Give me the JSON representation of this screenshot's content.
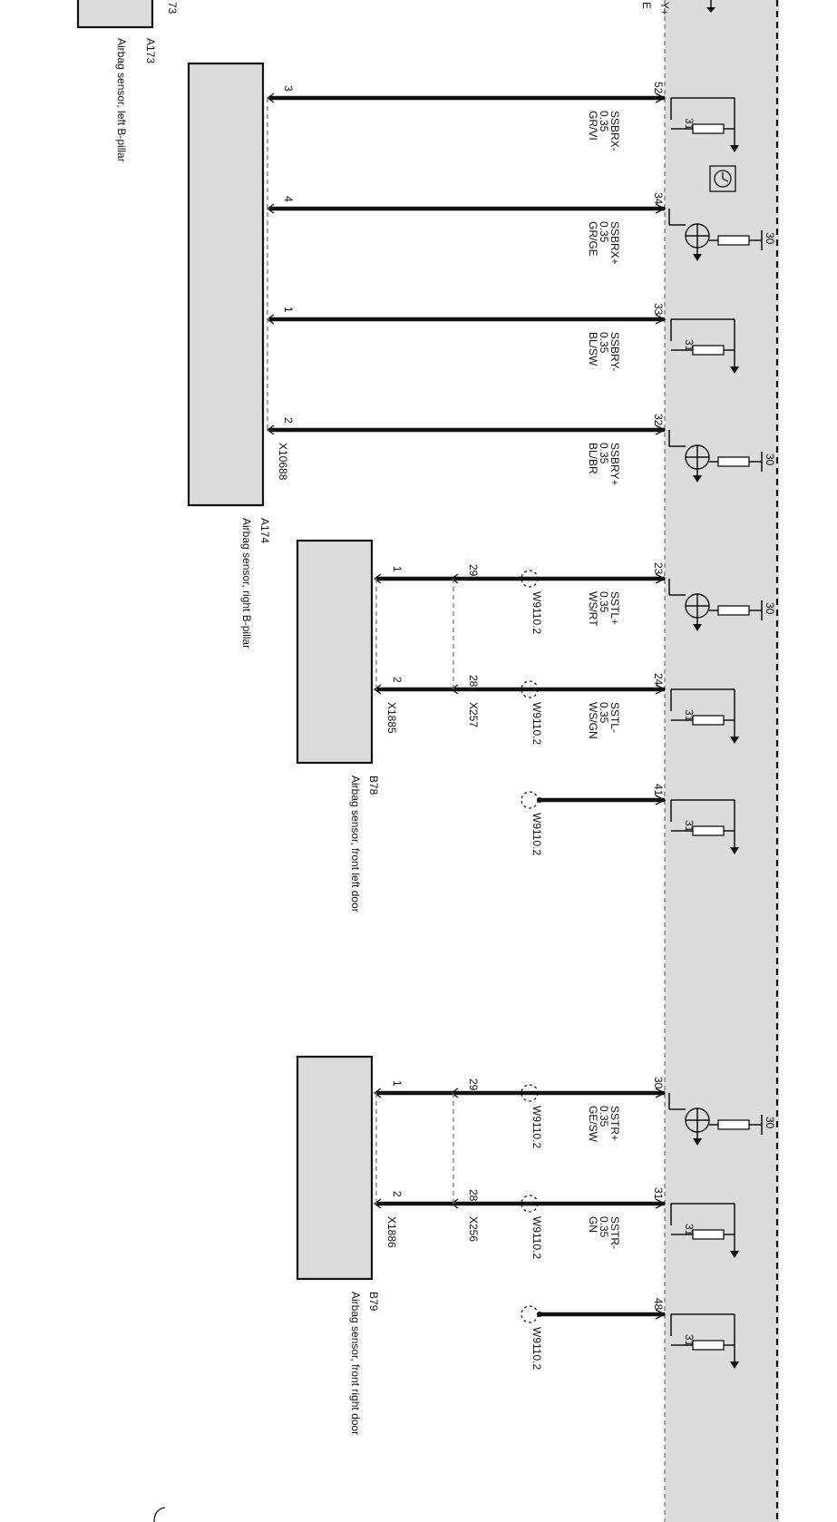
{
  "background_color": "#ffffff",
  "module_fill": "#dcdcdc",
  "wire_color": "#111111",
  "control_unit": {
    "pin_labels": [
      "Y+",
      "E"
    ],
    "ground_symbol_label": "31",
    "supply_symbol_label": "30",
    "icon": "clock-icon"
  },
  "components": [
    {
      "id": "A173",
      "description": "Airbag sensor, left B-pillar",
      "id_label": "A173",
      "partial_label": "73"
    },
    {
      "id": "A174",
      "description": "Airbag sensor, right B-pillar",
      "connector": "X10688"
    },
    {
      "id": "B78",
      "description": "Airbag sensor, front left door",
      "connector": "X1885",
      "inline_connector": "X257"
    },
    {
      "id": "B79",
      "description": "Airbag sensor, front right door",
      "connector": "X1886",
      "inline_connector": "X256"
    }
  ],
  "wires": [
    {
      "signal": "SSBRX-",
      "gauge": "0.35",
      "color": "GR/VI",
      "ecu_pin": "52",
      "sensor_pin": "3",
      "termination": "31"
    },
    {
      "signal": "SSBRX+",
      "gauge": "0.35",
      "color": "GR/GE",
      "ecu_pin": "34",
      "sensor_pin": "4",
      "termination": "30"
    },
    {
      "signal": "SSBRY-",
      "gauge": "0.35",
      "color": "BL/SW",
      "ecu_pin": "33",
      "sensor_pin": "1",
      "termination": "31"
    },
    {
      "signal": "SSBRY+",
      "gauge": "0.35",
      "color": "BL/BR",
      "ecu_pin": "32",
      "sensor_pin": "2",
      "termination": "30"
    },
    {
      "signal": "SSTL+",
      "gauge": "0.35",
      "color": "WS/RT",
      "ecu_pin": "23",
      "inline_pin": "29",
      "sensor_pin": "1",
      "shield": "W9110.2",
      "termination": "30"
    },
    {
      "signal": "SSTL-",
      "gauge": "0.35",
      "color": "WS/GN",
      "ecu_pin": "24",
      "inline_pin": "28",
      "sensor_pin": "2",
      "shield": "W9110.2",
      "termination": "31"
    },
    {
      "signal": "",
      "ecu_pin": "41",
      "shield": "W9110.2",
      "termination": "31"
    },
    {
      "signal": "SSTR+",
      "gauge": "0.35",
      "color": "GE/SW",
      "ecu_pin": "30",
      "inline_pin": "29",
      "sensor_pin": "1",
      "shield": "W9110.2",
      "termination": "30"
    },
    {
      "signal": "SSTR-",
      "gauge": "0.35",
      "color": "GN",
      "ecu_pin": "31",
      "inline_pin": "28",
      "sensor_pin": "2",
      "shield": "W9110.2",
      "termination": "31"
    },
    {
      "signal": "",
      "ecu_pin": "48",
      "shield": "W9110.2",
      "termination": "31"
    }
  ]
}
